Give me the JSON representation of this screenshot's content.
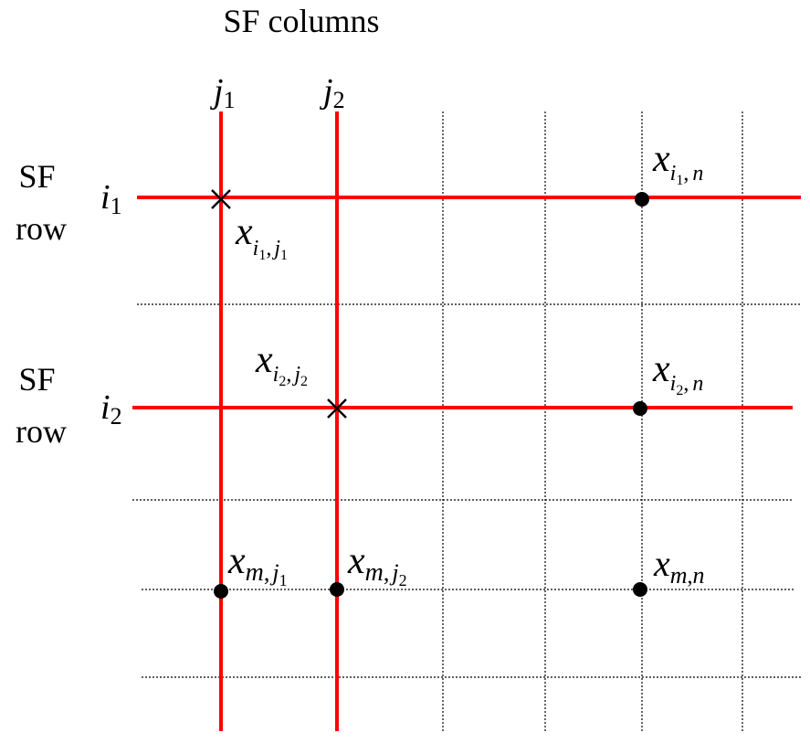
{
  "title": "SF columns",
  "row_labels": [
    {
      "side_line1": "SF",
      "side_line2": "row",
      "index_base": "i",
      "index_sub": "1"
    },
    {
      "side_line1": "SF",
      "side_line2": "row",
      "index_base": "i",
      "index_sub": "2"
    }
  ],
  "column_labels": [
    {
      "base": "j",
      "sub": "1"
    },
    {
      "base": "j",
      "sub": "2"
    }
  ],
  "elements": {
    "x_i1_n": {
      "base": "x",
      "sub1_base": "i",
      "sub1_sub": "1",
      "sub_sep": ",",
      "sub2": "n"
    },
    "x_i1_j1": {
      "base": "x",
      "sub1_base": "i",
      "sub1_sub": "1",
      "sub_sep": ",",
      "sub2_base": "j",
      "sub2_sub": "1"
    },
    "x_i2_j2": {
      "base": "x",
      "sub1_base": "i",
      "sub1_sub": "2",
      "sub_sep": ",",
      "sub2_base": "j",
      "sub2_sub": "2"
    },
    "x_i2_n": {
      "base": "x",
      "sub1_base": "i",
      "sub1_sub": "2",
      "sub_sep": ",",
      "sub2": "n"
    },
    "x_m_j1": {
      "base": "x",
      "sub1": "m",
      "sub_sep": ",",
      "sub2_base": "j",
      "sub2_sub": "1"
    },
    "x_m_j2": {
      "base": "x",
      "sub1": "m",
      "sub_sep": ",",
      "sub2_base": "j",
      "sub2_sub": "2"
    },
    "x_m_n": {
      "base": "x",
      "sub1": "m",
      "sub_sep": ",",
      "sub2": "n"
    }
  },
  "colors": {
    "highlight_line": "#ff0000",
    "grid_line": "#000000",
    "marker": "#000000"
  }
}
